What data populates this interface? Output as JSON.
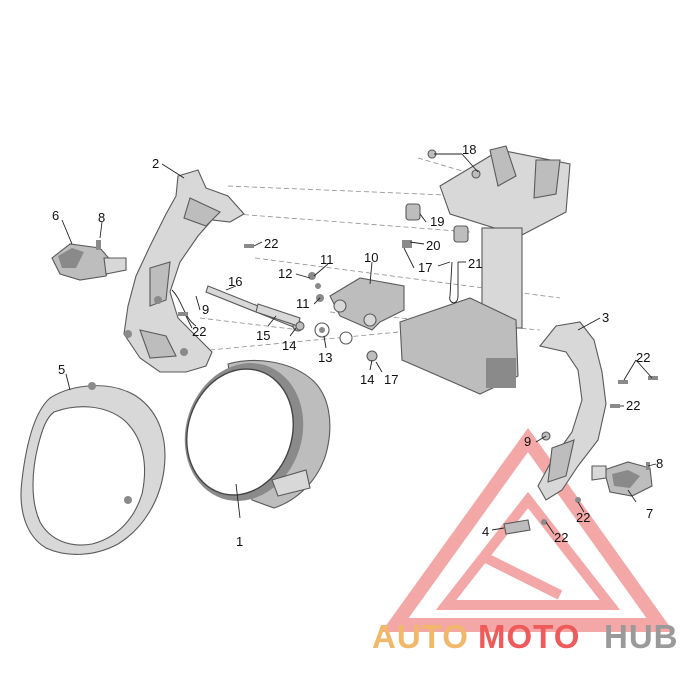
{
  "diagram": {
    "callouts": [
      {
        "id": "c1",
        "text": "1"
      },
      {
        "id": "c2",
        "text": "2"
      },
      {
        "id": "c3",
        "text": "3"
      },
      {
        "id": "c4",
        "text": "4"
      },
      {
        "id": "c5",
        "text": "5"
      },
      {
        "id": "c6",
        "text": "6"
      },
      {
        "id": "c7",
        "text": "7"
      },
      {
        "id": "c8a",
        "text": "8"
      },
      {
        "id": "c8b",
        "text": "8"
      },
      {
        "id": "c9a",
        "text": "9"
      },
      {
        "id": "c9b",
        "text": "9"
      },
      {
        "id": "c10",
        "text": "10"
      },
      {
        "id": "c11a",
        "text": "11"
      },
      {
        "id": "c11b",
        "text": "11"
      },
      {
        "id": "c12",
        "text": "12"
      },
      {
        "id": "c13",
        "text": "13"
      },
      {
        "id": "c14a",
        "text": "14"
      },
      {
        "id": "c14b",
        "text": "14"
      },
      {
        "id": "c15",
        "text": "15"
      },
      {
        "id": "c16",
        "text": "16"
      },
      {
        "id": "c17a",
        "text": "17"
      },
      {
        "id": "c17b",
        "text": "17"
      },
      {
        "id": "c18",
        "text": "18"
      },
      {
        "id": "c19",
        "text": "19"
      },
      {
        "id": "c20",
        "text": "20"
      },
      {
        "id": "c21",
        "text": "21"
      },
      {
        "id": "c22a",
        "text": "22"
      },
      {
        "id": "c22b",
        "text": "22"
      },
      {
        "id": "c22c",
        "text": "22"
      },
      {
        "id": "c22d",
        "text": "22"
      },
      {
        "id": "c22e",
        "text": "22"
      },
      {
        "id": "c22f",
        "text": "22"
      }
    ]
  },
  "watermark": {
    "part1": "AUTO",
    "part2": "MOTO",
    "part3": "HUB",
    "colors": {
      "auto": "#f2b86a",
      "moto": "#ef5a5a",
      "hub": "#9a9a9a",
      "triangle": "#f08a8a"
    }
  }
}
